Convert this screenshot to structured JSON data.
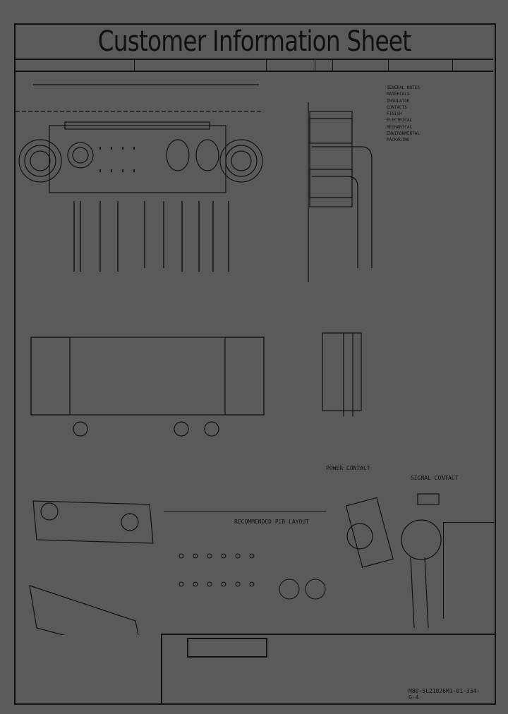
{
  "title": "Customer Information Sheet",
  "part_number": "M80-5L21026M1-01-334-G-4",
  "notes": [
    "GENERAL NOTES",
    "MATERIALS",
    "INSULATOR",
    "CONTACTS",
    "FINISH",
    "ELECTRICAL",
    "MECHANICAL",
    "ENVIRONMENTAL",
    "PACKAGING"
  ],
  "labels": {
    "recommended_pcb_layout": "RECOMMENDED PCB LAYOUT",
    "power_contact": "POWER CONTACT",
    "signal_contact": "SIGNAL CONTACT"
  }
}
